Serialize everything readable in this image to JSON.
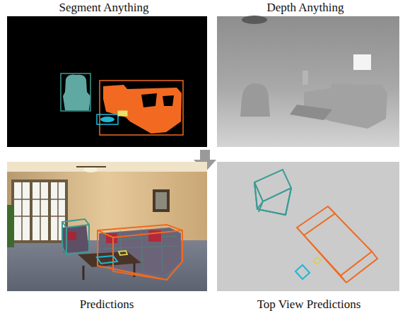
{
  "diagram": {
    "labels": [
      "Segment Anything",
      "Depth Anything",
      "Predictions",
      "Top View Predictions"
    ]
  }
}
